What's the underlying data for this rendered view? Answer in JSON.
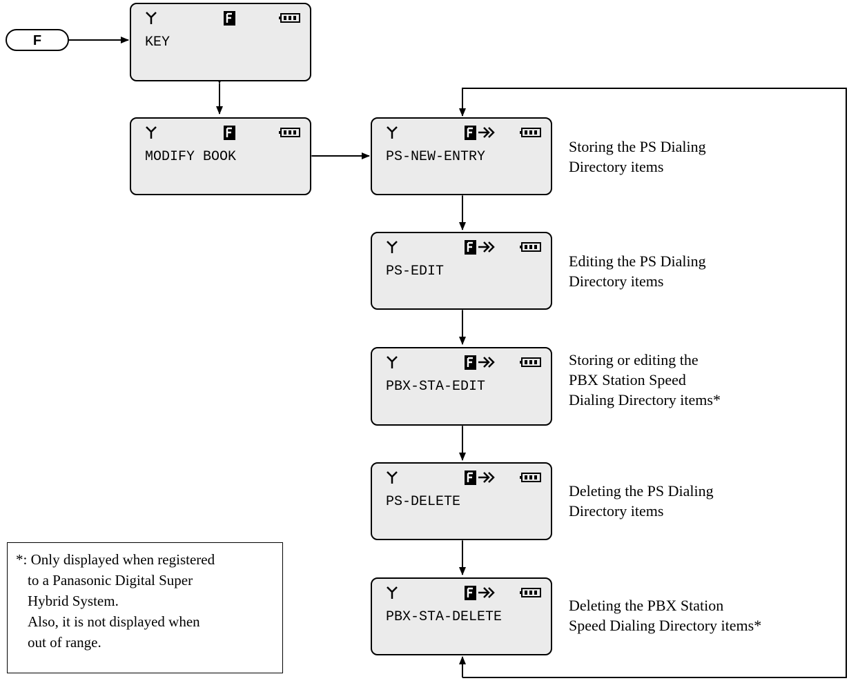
{
  "key_button": {
    "label": "F"
  },
  "screens": {
    "key": {
      "text": "KEY"
    },
    "modify_book": {
      "text": "MODIFY BOOK"
    },
    "ps_new_entry": {
      "text": "PS-NEW-ENTRY",
      "description": [
        "Storing the PS Dialing",
        "Directory items"
      ]
    },
    "ps_edit": {
      "text": "PS-EDIT",
      "description": [
        "Editing the PS Dialing",
        "Directory items"
      ]
    },
    "pbx_sta_edit": {
      "text": "PBX-STA-EDIT",
      "description": [
        "Storing or editing the",
        "PBX Station Speed",
        "Dialing Directory items*"
      ]
    },
    "ps_delete": {
      "text": "PS-DELETE",
      "description": [
        "Deleting the PS Dialing",
        "Directory items"
      ]
    },
    "pbx_sta_delete": {
      "text": "PBX-STA-DELETE",
      "description": [
        "Deleting the PBX Station",
        "Speed Dialing Directory items*"
      ]
    }
  },
  "status_icons": {
    "antenna": "antenna-icon",
    "function_mark": "F",
    "battery": "battery-icon",
    "arrow": "arrow-icon"
  },
  "note": {
    "lines": [
      "*: Only displayed when registered",
      "to a Panasonic Digital Super",
      "Hybrid System.",
      "Also, it is not displayed when",
      "out of range."
    ]
  }
}
